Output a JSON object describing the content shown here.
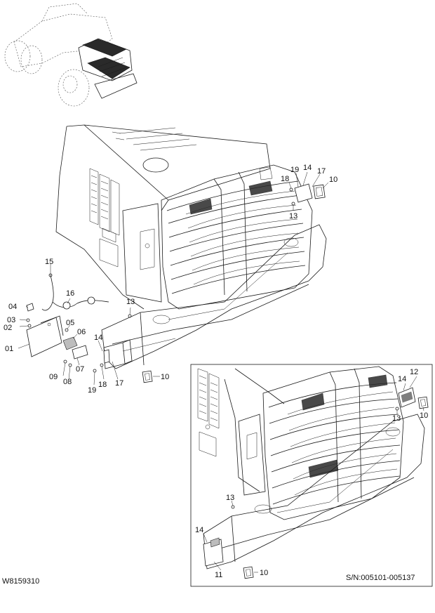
{
  "drawing_id": "W8159310",
  "serial_range": "S/N:005101-005137",
  "main_view": {
    "labels": {
      "p15": "15",
      "p04": "04",
      "p16": "16",
      "p03": "03",
      "p02": "02",
      "p05": "05",
      "p06": "06",
      "p01": "01",
      "p07": "07",
      "p09": "09",
      "p08": "08",
      "p13": "13",
      "p14": "14",
      "p19": "19",
      "p18": "18",
      "p17": "17",
      "p10": "10",
      "p18_top": "18",
      "p19_top": "19",
      "p14_top": "14",
      "p17_top": "17",
      "p10_top": "10",
      "p13_top": "13"
    }
  },
  "inset_view": {
    "labels": {
      "p14_right": "14",
      "p12": "12",
      "p13_right": "13",
      "p10_right": "10",
      "p13_center": "13",
      "p14_left": "14",
      "p11": "11",
      "p10_bottom": "10"
    }
  }
}
